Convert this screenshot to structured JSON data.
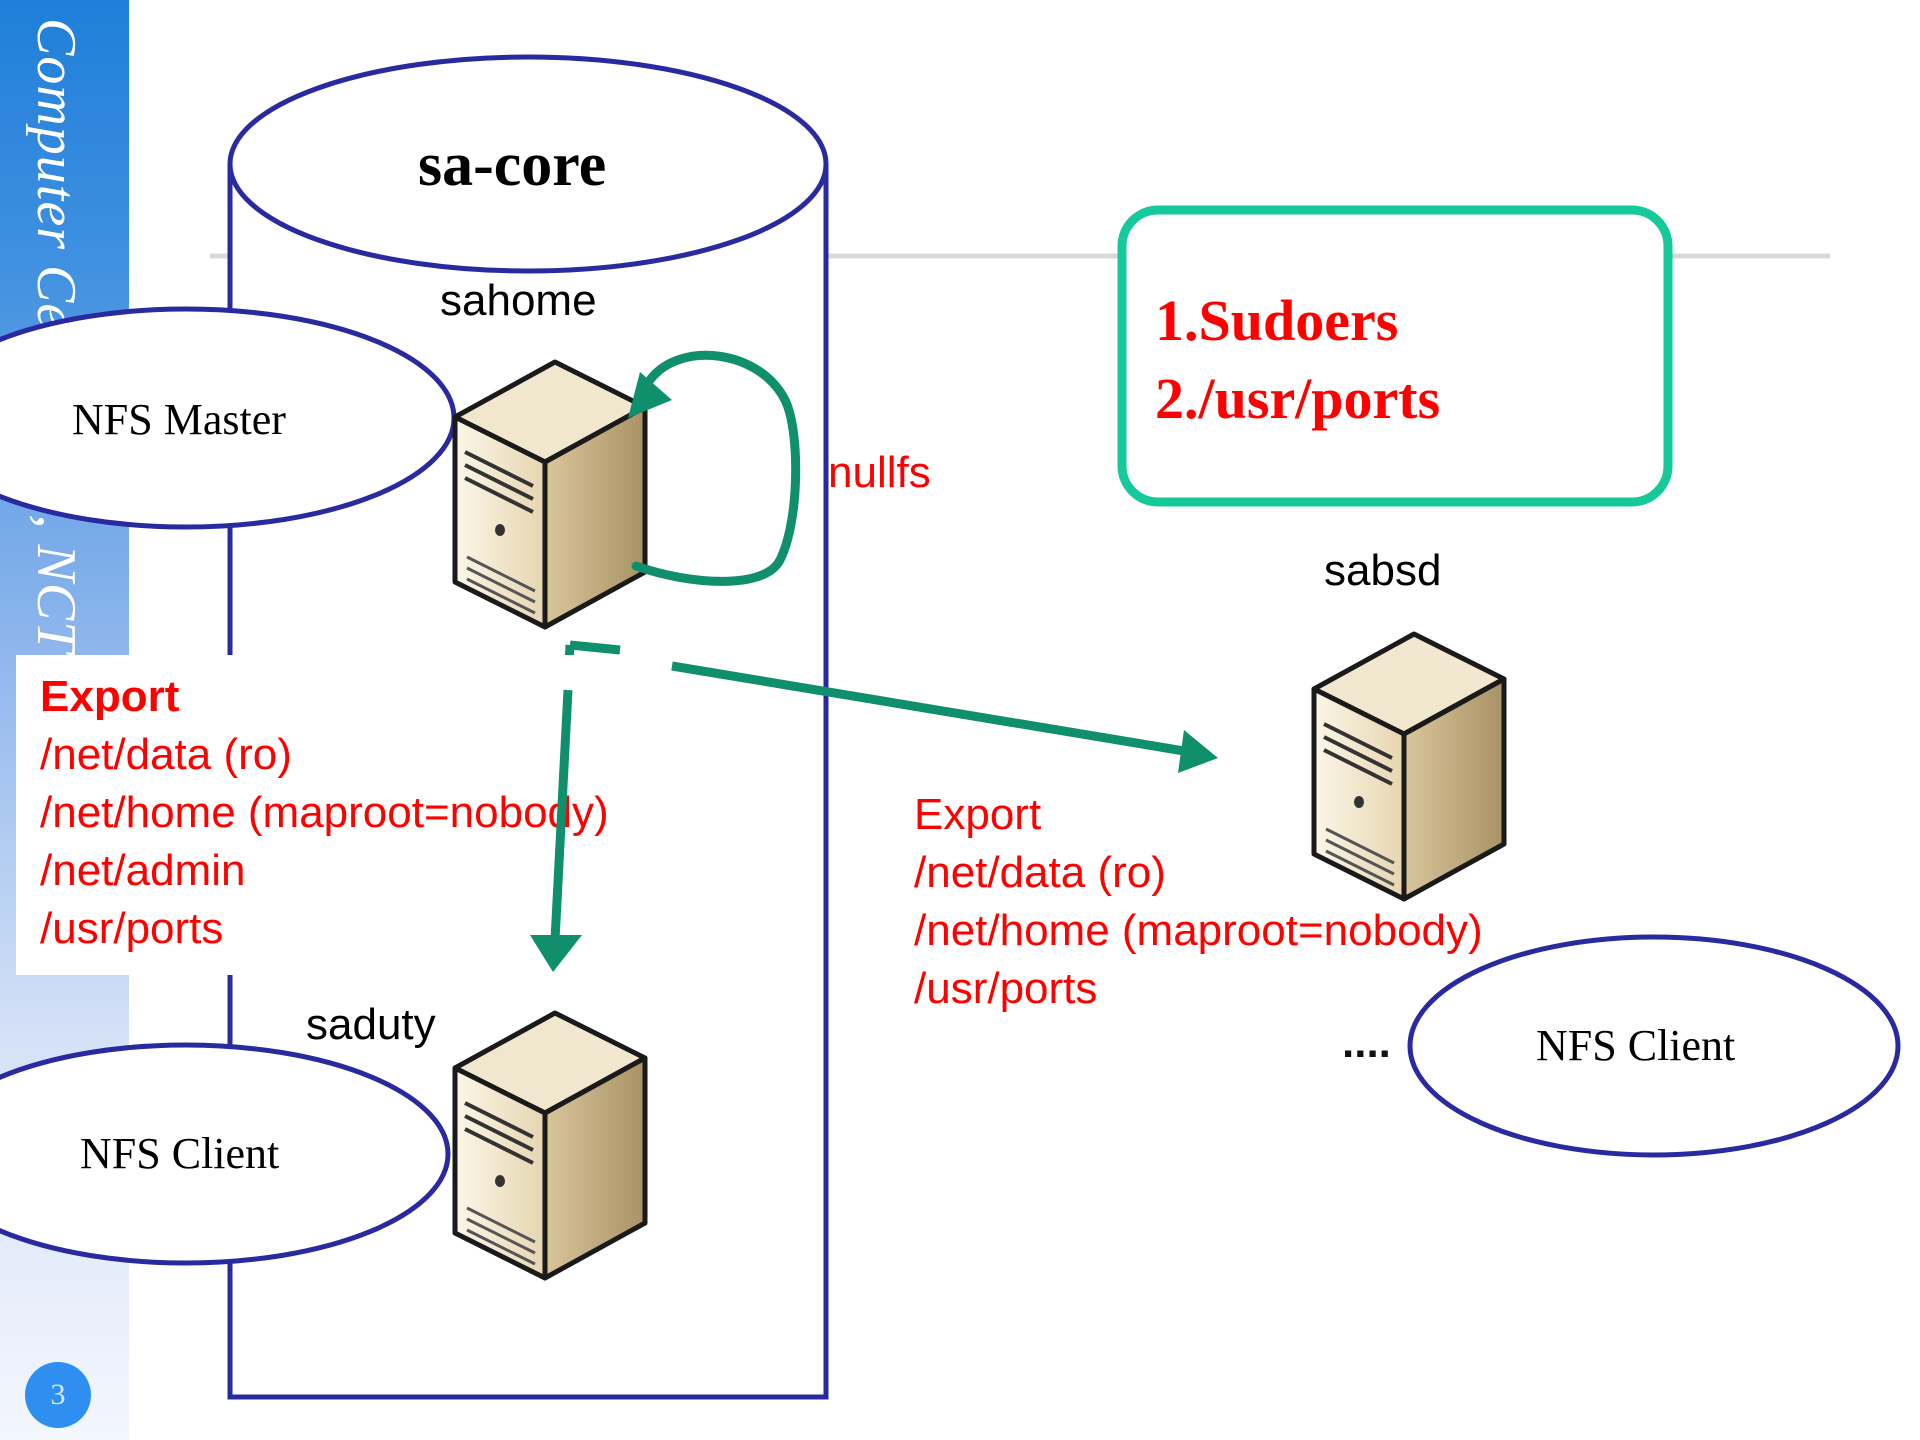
{
  "sidebar": {
    "vertical_text": "Computer Center, CS, NCTU",
    "page_number": "3"
  },
  "diagram": {
    "cluster_title": "sa-core",
    "hosts": {
      "master": "sahome",
      "duty": "saduty",
      "bsd": "sabsd"
    },
    "roles": {
      "master": "NFS Master",
      "duty_client": "NFS Client",
      "remote_client": "NFS Client"
    },
    "loop_label": "nullfs",
    "ellipsis": "....",
    "export_left": {
      "heading": "Export",
      "lines": [
        "/net/data (ro)",
        "/net/home (maproot=nobody)",
        "/net/admin",
        "/usr/ports"
      ]
    },
    "export_right": {
      "heading": "Export",
      "lines": [
        "/net/data (ro)",
        "/net/home (maproot=nobody)",
        "/usr/ports"
      ]
    },
    "notes": [
      "1.Sudoers",
      "2./usr/ports"
    ],
    "colors": {
      "arrow": "#0f8f6c",
      "cylinder": "#2a2aa0",
      "notes_border": "#15c99a",
      "red_text": "#ff0000"
    }
  }
}
